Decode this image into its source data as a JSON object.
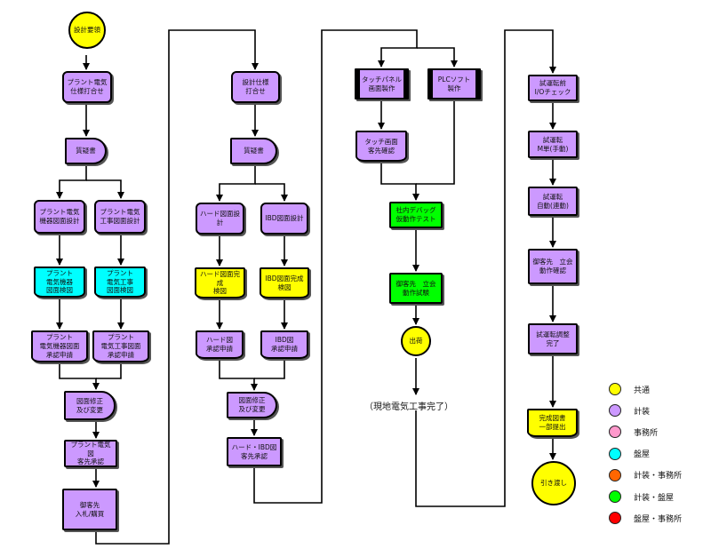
{
  "colors": {
    "common": "#ffff00",
    "instrumentation": "#cc99ff",
    "office": "#ff99cc",
    "panel_shop": "#00ffff",
    "inst_office": "#ff6600",
    "inst_panel": "#00ff00",
    "panel_office": "#ff0000"
  },
  "nodes": {
    "start": "設計要領",
    "c1_meeting": "プラント電気\n仕様打合せ",
    "c1_question": "質疑書",
    "c1_equip_design": "プラント電気\n機器図面設計",
    "c1_work_design": "プラント電気\n工事図面設計",
    "c1_equip_review": "プラント\n電気機器\n図面検図",
    "c1_work_review": "プラント\n電気工事\n図面検図",
    "c1_equip_approval": "プラント\n電気機器図面\n承認申請",
    "c1_work_approval": "プラント\n電気工事図面\n承認申請",
    "c1_revision": "図面修正\n及び変更",
    "c1_customer_approval": "プラント電気図\n客先承認",
    "c1_purchase": "御客先\n入札/購買",
    "c2_meeting": "設計仕様\n打合せ",
    "c2_question": "質疑書",
    "c2_hard_design": "ハード図面設計",
    "c2_ibd_design": "IBD図面設計",
    "c2_hard_check": "ハード図面完成\n検図",
    "c2_ibd_check": "IBD図面完成\n検図",
    "c2_hard_approval": "ハード図\n承認申請",
    "c2_ibd_approval": "IBD図\n承認申請",
    "c2_revision": "図面修正\n及び変更",
    "c2_customer_approval": "ハード・IBD図\n客先承認",
    "c3_touch_panel": "タッチパネル\n画面製作",
    "c3_plc": "PLCソフト\n製作",
    "c3_touch_confirm": "タッチ画面\n客先確認",
    "c3_debug": "社内デバッグ\n仮動作テスト",
    "c3_witness": "御客先　立会\n動作試験",
    "c3_ship": "出荷",
    "c3_site_complete": "（現地電気工事完了）",
    "c4_io_check": "試運転前\nI/Oチェック",
    "c4_manual": "試運転\nM単(手動)",
    "c4_auto": "試運転\n自動(連動)",
    "c4_witness": "御客先　立会\n動作確認",
    "c4_adjust": "試運転調整\n完了",
    "c4_submit": "完成図書\n一部提出",
    "end": "引き渡し"
  },
  "legend": [
    {
      "label": "共通",
      "color": "#ffff00"
    },
    {
      "label": "計装",
      "color": "#cc99ff"
    },
    {
      "label": "事務所",
      "color": "#ff99cc"
    },
    {
      "label": "盤屋",
      "color": "#00ffff"
    },
    {
      "label": "計装・事務所",
      "color": "#ff6600"
    },
    {
      "label": "計装・盤屋",
      "color": "#00ff00"
    },
    {
      "label": "盤屋・事務所",
      "color": "#ff0000"
    }
  ]
}
